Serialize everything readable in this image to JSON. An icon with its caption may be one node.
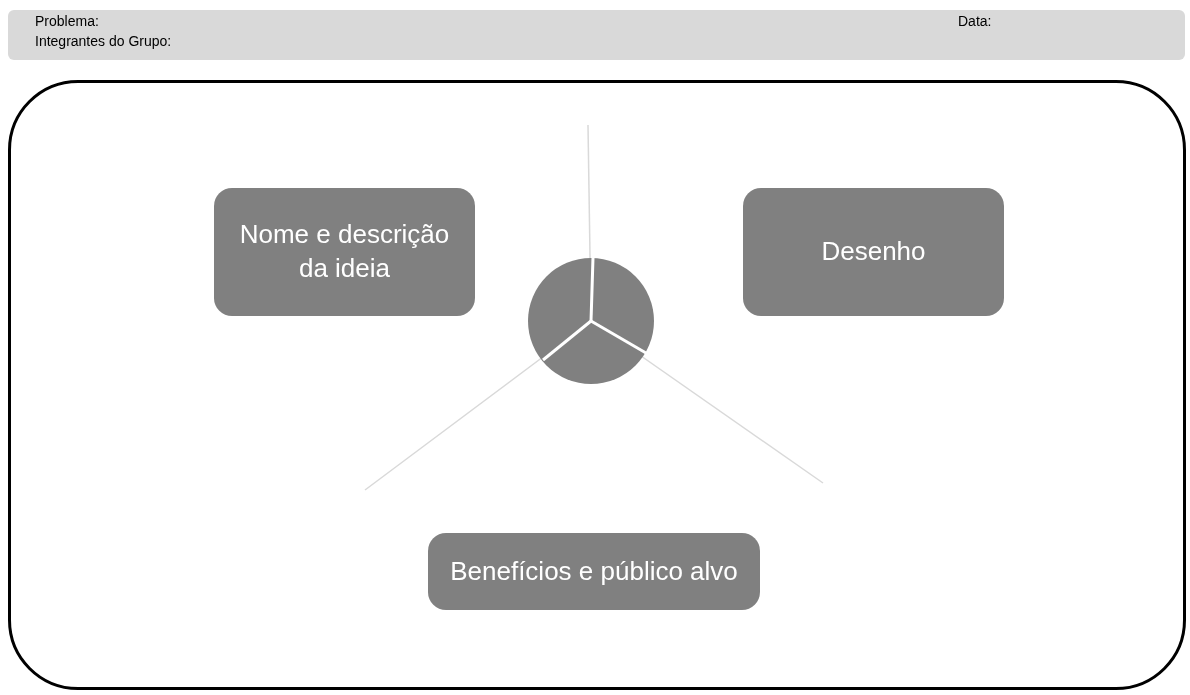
{
  "diagram": {
    "nodes": [
      {
        "text": [
          "Problema:",
          "Integrantes do Grupo:",
          "Data:"
        ]
      },
      {
        "text": [],
        "shape": "box"
      },
      {
        "text": [
          "Nome e descrição da ideia"
        ],
        "in": 1
      },
      {
        "text": [
          "Desenho"
        ],
        "in": 1
      },
      {
        "text": [],
        "shape": "circle",
        "in": 1
      },
      {
        "text": [
          "Benefícios e público alvo"
        ],
        "in": 1
      }
    ]
  }
}
